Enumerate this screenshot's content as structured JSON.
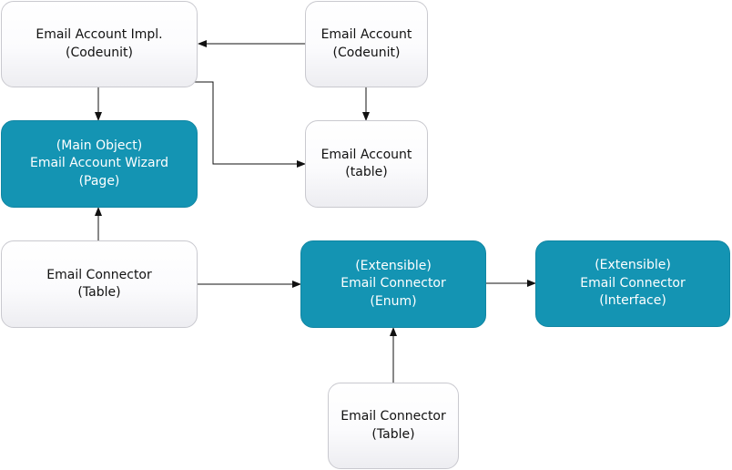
{
  "nodes": {
    "email_account_impl": {
      "line1": "Email Account Impl.",
      "line2": "(Codeunit)"
    },
    "email_account_codeunit": {
      "line1": "Email Account",
      "line2": "(Codeunit)"
    },
    "email_account_wizard": {
      "line1": "(Main Object)",
      "line2": "Email Account Wizard",
      "line3": "(Page)"
    },
    "email_account_table": {
      "line1": "Email Account",
      "line2": "(table)"
    },
    "email_connector_table_left": {
      "line1": "Email Connector",
      "line2": "(Table)"
    },
    "email_connector_enum": {
      "line1": "(Extensible)",
      "line2": "Email Connector",
      "line3": "(Enum)"
    },
    "email_connector_interface": {
      "line1": "(Extensible)",
      "line2": "Email Connector",
      "line3": "(Interface)"
    },
    "email_connector_table_bottom": {
      "line1": "Email Connector",
      "line2": "(Table)"
    }
  },
  "colors": {
    "main_node_fill": "#1494b3",
    "light_node_border": "#c9c9cf",
    "connector": "#111111"
  }
}
